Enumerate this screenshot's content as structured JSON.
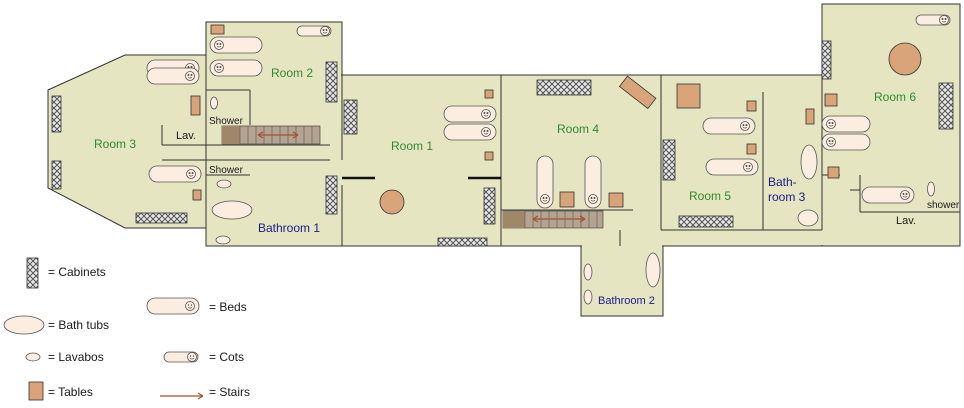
{
  "colors": {
    "floor": "#e5e5c2",
    "wall": "#333333",
    "table": "#d9a47a",
    "tub": "#fbeee0",
    "stairs": "#a0522d",
    "cabinet_hatch": "#555555",
    "green_label": "#2f8a2f",
    "blue_label": "#1a1a8c"
  },
  "rooms": {
    "room1": "Room 1",
    "room2": "Room 2",
    "room3": "Room 3",
    "room4": "Room 4",
    "room5": "Room 5",
    "room6": "Room 6",
    "bathroom1": "Bathroom 1",
    "bathroom2": "Bathroom 2",
    "bathroom3_line1": "Bath-",
    "bathroom3_line2": "room 3"
  },
  "fixtures": {
    "shower_a": "Shower",
    "shower_b": "Shower",
    "shower_c": "shower",
    "lav_a": "Lav.",
    "lav_b": "Lav."
  },
  "legend": [
    {
      "icon": "cabinet-icon",
      "text": "=  Cabinets"
    },
    {
      "icon": "bathtub-icon",
      "text": "= Bath tubs"
    },
    {
      "icon": "lavabo-icon",
      "text": "= Lavabos"
    },
    {
      "icon": "table-icon",
      "text": "= Tables"
    },
    {
      "icon": "bed-icon",
      "text": "= Beds"
    },
    {
      "icon": "cot-icon",
      "text": "= Cots"
    },
    {
      "icon": "stairs-icon",
      "text": "= Stairs"
    }
  ]
}
